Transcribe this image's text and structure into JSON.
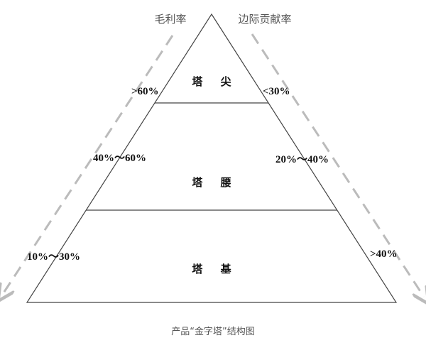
{
  "axes": {
    "left": "毛利率",
    "right": "边际贡献率"
  },
  "tiers": [
    {
      "name": "塔 尖",
      "gross_margin": ">60%",
      "marginal_contribution": "<30%"
    },
    {
      "name": "塔 腰",
      "gross_margin": "40%～60%",
      "marginal_contribution": "20%～40%"
    },
    {
      "name": "塔 基",
      "gross_margin": "10%～30%",
      "marginal_contribution": ">40%"
    }
  ],
  "caption": "产品“金字塔”结构图",
  "colors": {
    "line": "#444444",
    "dash": "#bbbbbb"
  }
}
